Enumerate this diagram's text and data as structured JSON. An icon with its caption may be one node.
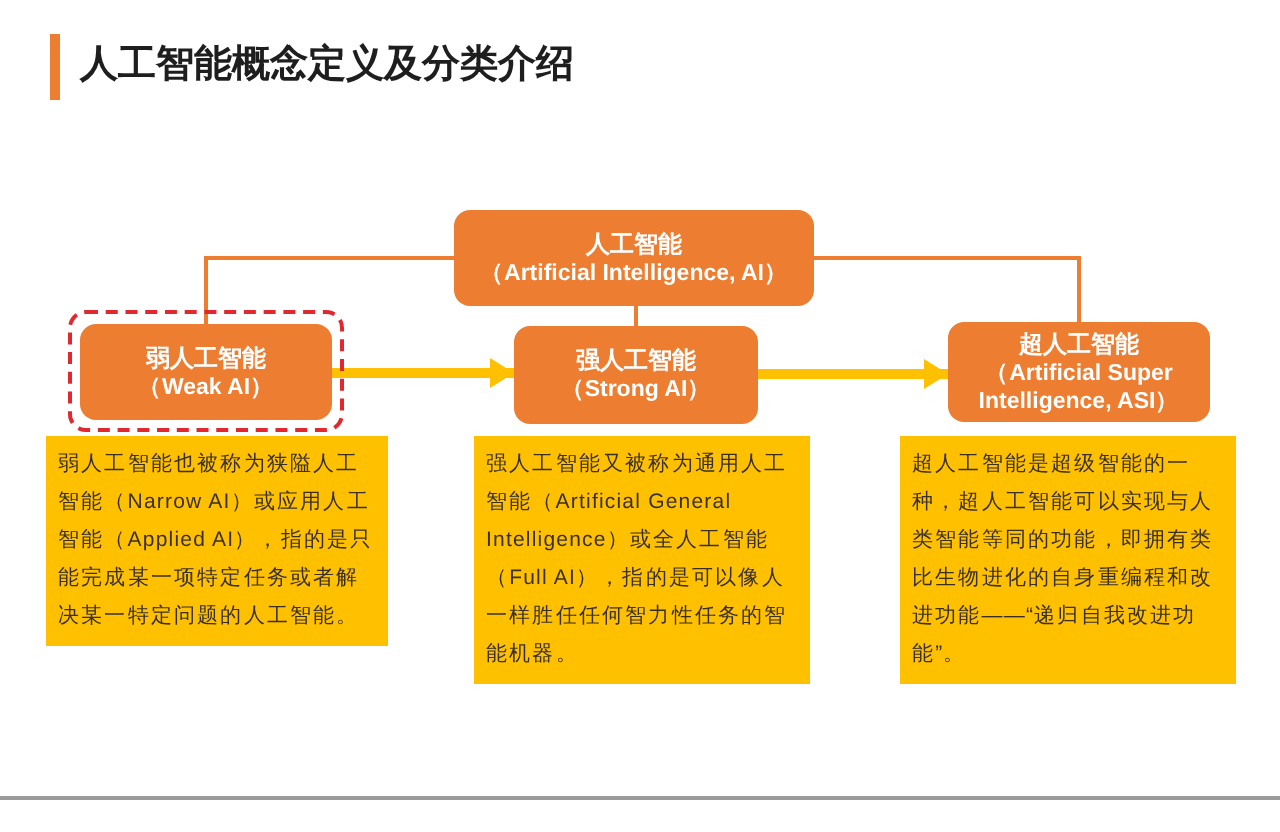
{
  "diagram": {
    "title": "人工智能概念定义及分类介绍",
    "nodes": [
      {
        "text": [
          "人工智能",
          "（Artificial Intelligence, AI）"
        ]
      },
      {
        "text": [
          "弱人工智能",
          "（Weak AI）"
        ]
      },
      {
        "text": [
          "强人工智能",
          "（Strong AI）"
        ]
      },
      {
        "text": [
          "超人工智能",
          "（Artificial Super Intelligence, ASI）"
        ]
      },
      {
        "text": [
          "弱人工智能也被称为狭隘人工智能（Narrow AI）或应用人工智能（Applied AI），指的是只能完成某一项特定任务或者解决某一特定问题的人工智能。"
        ]
      },
      {
        "text": [
          "强人工智能又被称为通用人工智能（Artificial General Intelligence）或全人工智能（Full AI），指的是可以像人一样胜任任何智力性任务的智能机器。"
        ]
      },
      {
        "text": [
          "超人工智能是超级智能的一种，超人工智能可以实现与人类智能等同的功能，即拥有类比生物进化的自身重编程和改进功能——“递归自我改进功能”。"
        ]
      }
    ],
    "edges": [
      {
        "from": 0,
        "to": 1,
        "arrow": "none"
      },
      {
        "from": 0,
        "to": 2,
        "arrow": "none"
      },
      {
        "from": 0,
        "to": 3,
        "arrow": "none"
      },
      {
        "from": 1,
        "to": 2,
        "arrow": "to",
        "style": "thick",
        "color": "#ffc000"
      },
      {
        "from": 2,
        "to": 3,
        "arrow": "to",
        "style": "thick",
        "color": "#ffc000"
      }
    ]
  }
}
